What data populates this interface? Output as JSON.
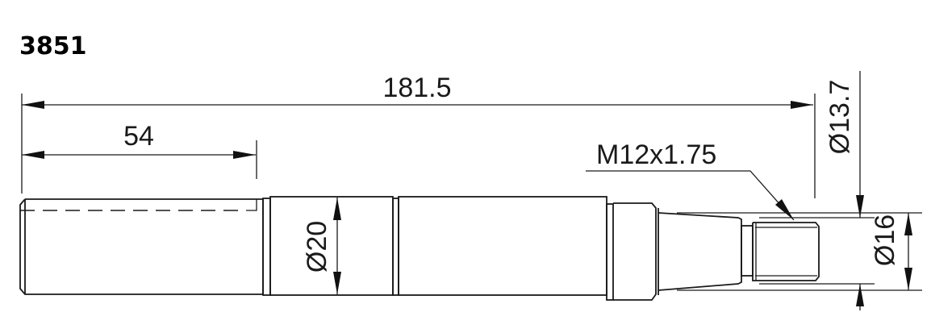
{
  "title": "3851",
  "dimensions": {
    "overall_length": "181.5",
    "first_section_length": "54",
    "diameter_main": "Ø20",
    "thread": "M12x1.75",
    "diameter_taper_small": "Ø13.7",
    "diameter_taper_large": "Ø16"
  }
}
